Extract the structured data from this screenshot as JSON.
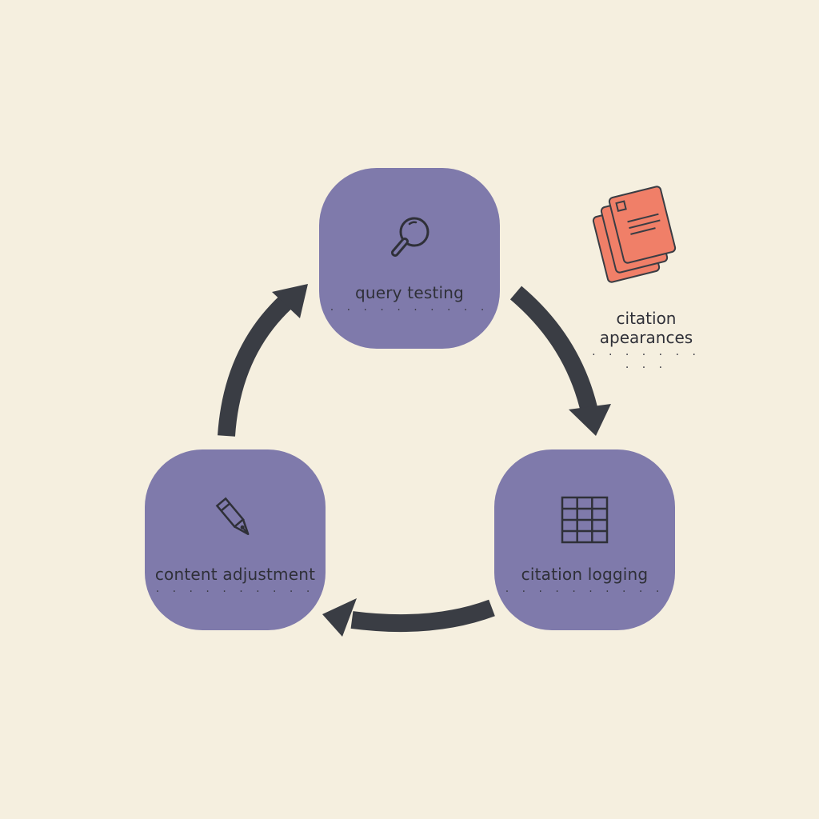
{
  "diagram": {
    "nodes": [
      {
        "id": "query",
        "label": "query testing",
        "icon": "magnifying-glass-icon"
      },
      {
        "id": "logging",
        "label": "citation logging",
        "icon": "grid-table-icon"
      },
      {
        "id": "adjust",
        "label": "content adjustment",
        "icon": "pen-nib-icon"
      }
    ],
    "side_note": {
      "line1": "citation",
      "line2": "apearances",
      "icon": "stacked-documents-icon"
    },
    "dots": "· · · · · · · · · ·",
    "colors": {
      "background": "#f5efdf",
      "node": "#7f7aab",
      "arrow": "#3a3d44",
      "accent": "#f07f68",
      "text": "#2f3038"
    }
  }
}
